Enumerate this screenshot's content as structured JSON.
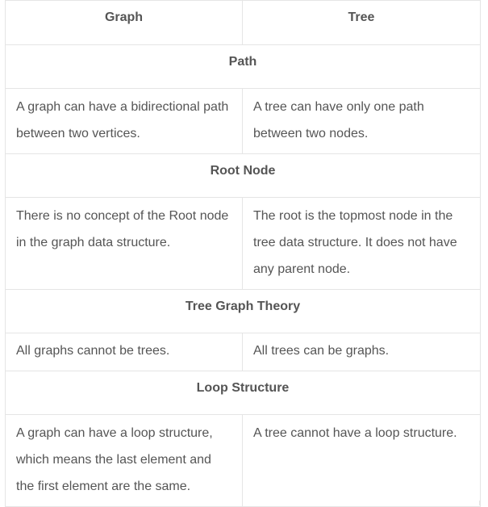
{
  "table": {
    "headers": [
      "Graph",
      "Tree"
    ],
    "sections": [
      {
        "title": "Path",
        "graph": "A graph can have a bidirectional path between two vertices.",
        "tree": "A tree can have only one path between two nodes."
      },
      {
        "title": "Root Node",
        "graph": "There is no concept of the Root node in the graph data structure.",
        "tree": "The root is the topmost node in the tree data structure. It does not have any parent node."
      },
      {
        "title": "Tree Graph Theory",
        "graph": "All graphs cannot be trees.",
        "tree": "All trees can be graphs."
      },
      {
        "title": "Loop Structure",
        "graph": "A graph can have a loop structure, which means the last element and the first element are the same.",
        "tree": "A tree cannot have a loop structure."
      }
    ]
  }
}
